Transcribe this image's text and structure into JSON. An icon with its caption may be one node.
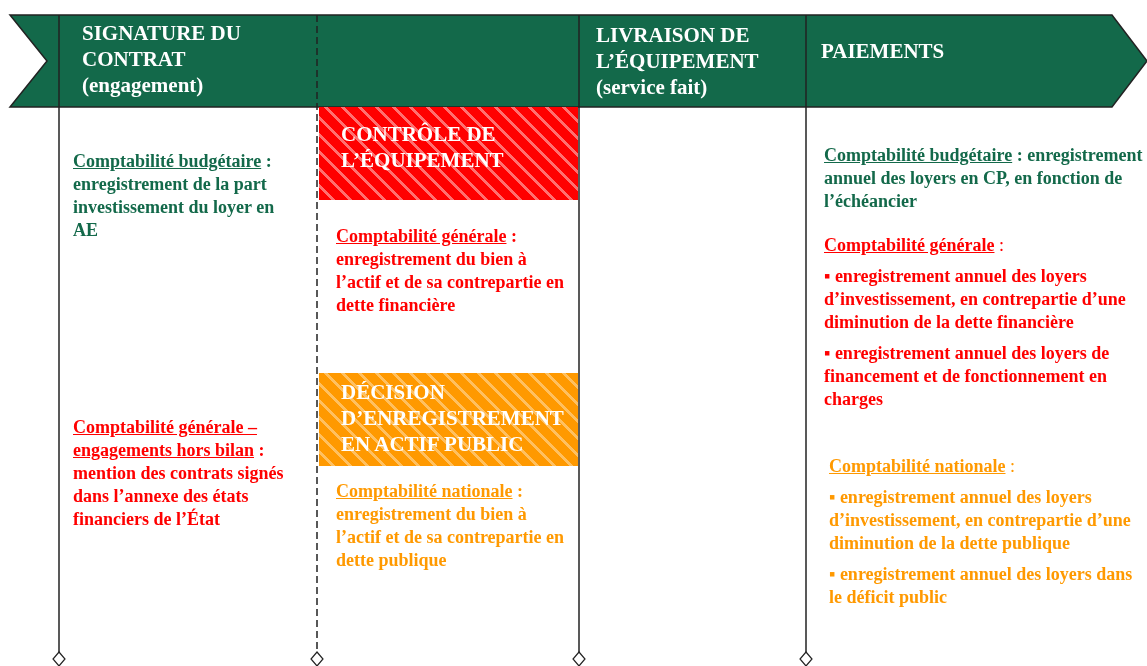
{
  "diagram": {
    "nodes": [
      {
        "text": [
          "SIGNATURE DU CONTRAT (engagement)"
        ]
      },
      {
        "text": [
          "LIVRAISON DE L’ÉQUIPEMENT (service fait)"
        ]
      },
      {
        "text": [
          "PAIEMENTS"
        ]
      },
      {
        "text": [
          "CONTRÔLE DE L’ÉQUIPEMENT"
        ]
      },
      {
        "text": [
          "DÉCISION D’ENREGISTREMENT EN ACTIF PUBLIC"
        ]
      }
    ],
    "edges": [],
    "labels": [
      "Comptabilité budgétaire",
      ": enregistrement de la part investissement du loyer en AE",
      "Comptabilité budgétaire",
      ": enregistrement annuel des loyers en CP, en fonction de l’échéancier",
      "Comptabilité générale",
      ": enregistrement du bien à l’actif et de sa contrepartie en dette financière",
      "Comptabilité générale",
      ":",
      "▪ enregistrement annuel des loyers d’investissement, en contrepartie d’une diminution de la dette financière",
      "▪ enregistrement annuel des loyers de financement et de fonctionnement en charges",
      "Comptabilité générale – engagements hors bilan",
      ": mention des contrats signés dans l’annexe des états financiers de l’État",
      "Comptabilité nationale",
      ":",
      "▪ enregistrement annuel des loyers d’investissement, en contrepartie d’une diminution de la dette publique",
      "▪ enregistrement annuel des loyers dans le déficit public",
      "Comptabilité nationale",
      ": enregistrement du bien à l’actif et de sa contrepartie en dette publique"
    ]
  }
}
